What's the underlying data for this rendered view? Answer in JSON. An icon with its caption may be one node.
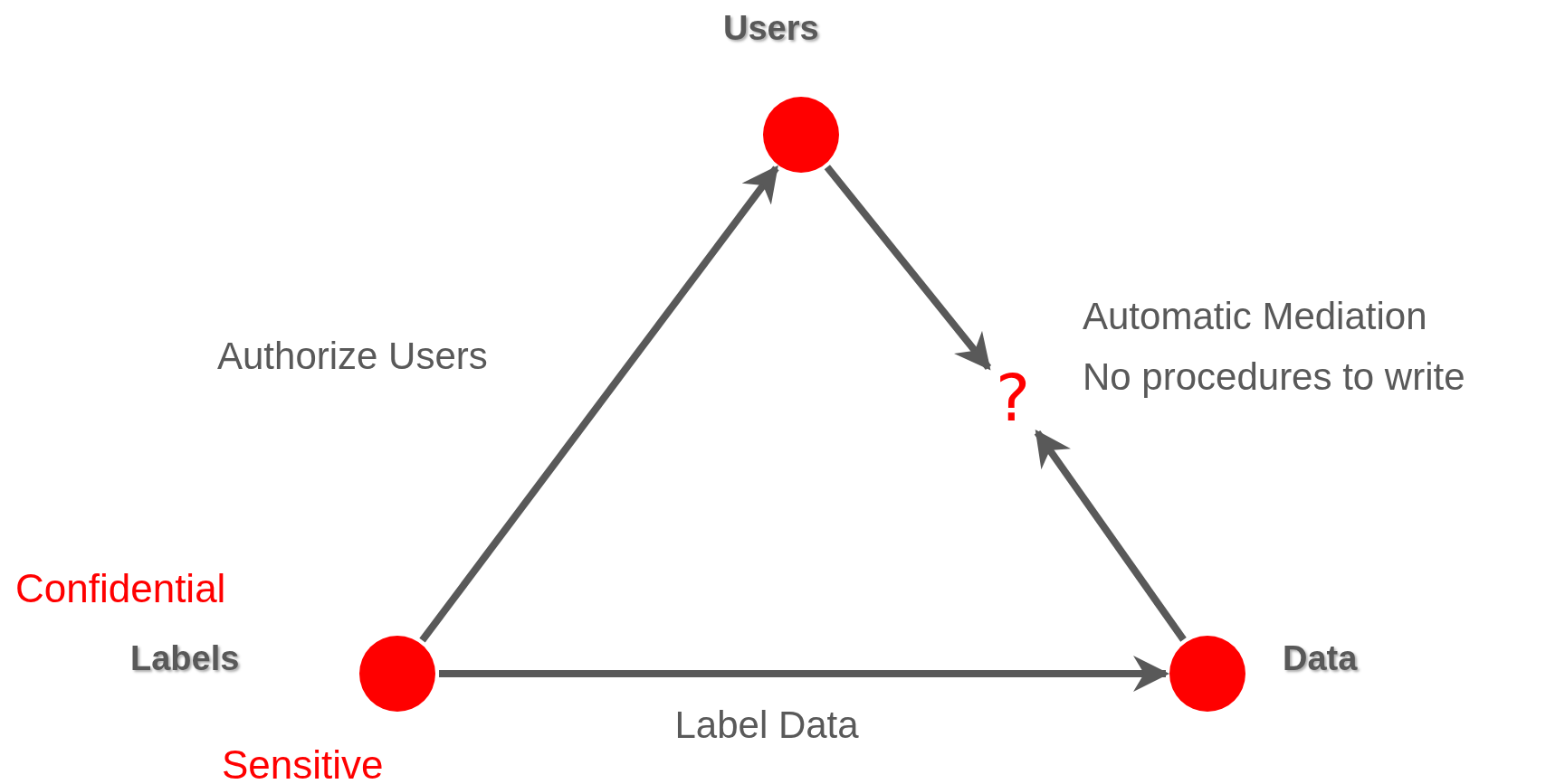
{
  "diagram": {
    "nodes": [
      {
        "text": [],
        "shape": "circle",
        "beside": [
          "Users"
        ]
      },
      {
        "text": [],
        "shape": "circle",
        "beside": [
          "Labels"
        ]
      },
      {
        "text": [],
        "shape": "circle",
        "beside": [
          "Data"
        ]
      },
      {
        "text": [
          "?"
        ],
        "beside": [
          "Automatic Mediation",
          "No procedures to write"
        ]
      }
    ],
    "edges": [
      {
        "from": 1,
        "to": 0,
        "arrow": "to",
        "label": "Authorize Users"
      },
      {
        "from": 1,
        "to": 2,
        "arrow": "to",
        "label": "Label Data"
      },
      {
        "from": 0,
        "to": 3,
        "arrow": "to"
      },
      {
        "from": 2,
        "to": 3,
        "arrow": "to"
      }
    ],
    "labels": [
      "Confidential",
      "Sensitive"
    ]
  }
}
